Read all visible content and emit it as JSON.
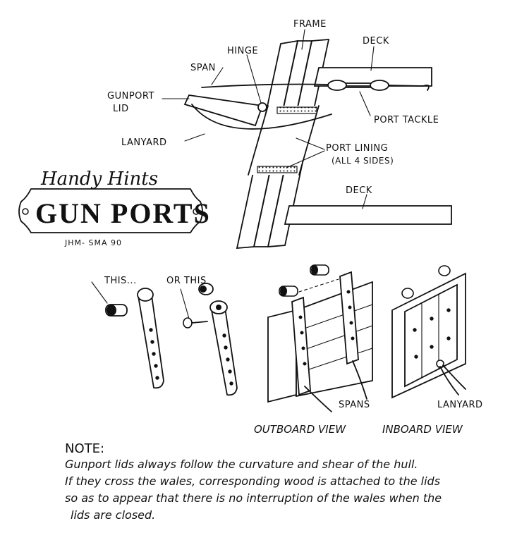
{
  "labels": {
    "frame": "FRAME",
    "hinge": "HINGE",
    "deck_top": "DECK",
    "span": "SPAN",
    "gunport_lid": "GUNPORT",
    "gunport_lid_2": "LID",
    "port_tackle": "PORT TACKLE",
    "lanyard_top": "LANYARD",
    "port_lining": "PORT LINING",
    "port_lining_sub": "(ALL 4 SIDES)",
    "deck_bottom": "DECK",
    "this_1": "THIS...",
    "or_this": "OR THIS",
    "spans": "SPANS",
    "lanyard_bottom": "LANYARD"
  },
  "title": {
    "script": "Handy Hints",
    "plaque": "GUN PORTS",
    "signature": "JHM- SMA 90"
  },
  "views": {
    "outboard": "OUTBOARD VIEW",
    "inboard": "INBOARD VIEW"
  },
  "note": {
    "heading": "NOTE:",
    "lines": [
      "Gunport lids always follow the curvature and shear of the hull.",
      "If they cross the wales, corresponding wood is attached to the lids",
      "so as to appear that there is no interruption of the wales when the",
      "lids are closed."
    ]
  }
}
